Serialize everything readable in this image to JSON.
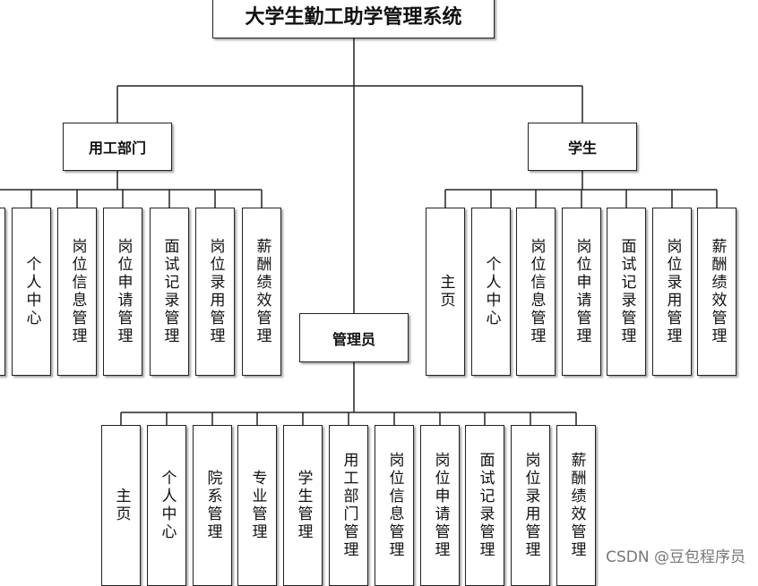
{
  "title": "大学生勤工助学管理系统",
  "branches": {
    "employer": {
      "label": "用工部门",
      "items": [
        "个人中心",
        "岗位信息管理",
        "岗位申请管理",
        "面试记录管理",
        "岗位录用管理",
        "薪酬绩效管理"
      ]
    },
    "student": {
      "label": "学生",
      "items": [
        "主页",
        "个人中心",
        "岗位信息管理",
        "岗位申请管理",
        "面试记录管理",
        "岗位录用管理",
        "薪酬绩效管理"
      ]
    },
    "admin": {
      "label": "管理员",
      "items": [
        "主页",
        "个人中心",
        "院系管理",
        "专业管理",
        "学生管理",
        "用工部门管理",
        "岗位信息管理",
        "岗位申请管理",
        "面试记录管理",
        "岗位录用管理",
        "薪酬绩效管理"
      ]
    }
  },
  "watermark": "CSDN @豆包程序员"
}
